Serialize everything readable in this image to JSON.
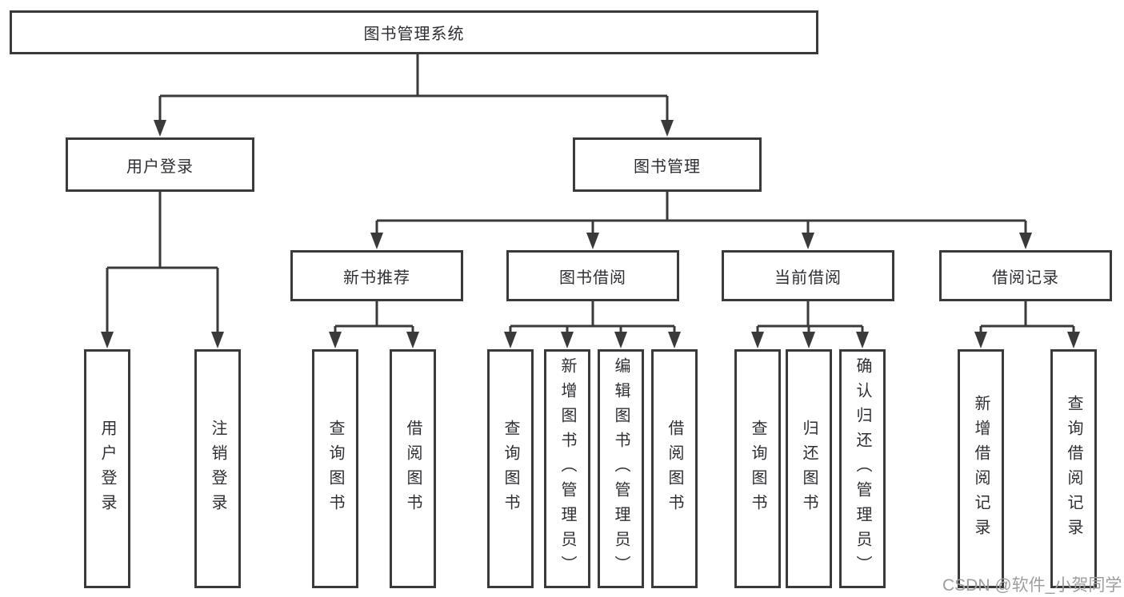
{
  "diagram": {
    "root": {
      "label": "图书管理系统"
    },
    "level2": [
      {
        "label": "用户登录"
      },
      {
        "label": "图书管理"
      }
    ],
    "level3": [
      {
        "label": "新书推荐"
      },
      {
        "label": "图书借阅"
      },
      {
        "label": "当前借阅"
      },
      {
        "label": "借阅记录"
      }
    ],
    "leaves": {
      "userLogin": [
        "用户登录",
        "注销登录"
      ],
      "newBookRecommend": [
        "查询图书",
        "借阅图书"
      ],
      "bookBorrow": [
        "查询图书",
        "新增图书（管理员）",
        "编辑图书（管理员）",
        "借阅图书"
      ],
      "currentBorrow": [
        "查询图书",
        "归还图书",
        "确认归还（管理员）"
      ],
      "borrowRecords": [
        "新增借阅记录",
        "查询借阅记录"
      ]
    }
  },
  "watermark": "CSDN @软件_小贺同学",
  "colors": {
    "line": "#3a3a3a",
    "text": "#2e2f33",
    "box_background": "#ffffff",
    "watermark": "#9e9e9e",
    "page_background": "#ffffff"
  }
}
